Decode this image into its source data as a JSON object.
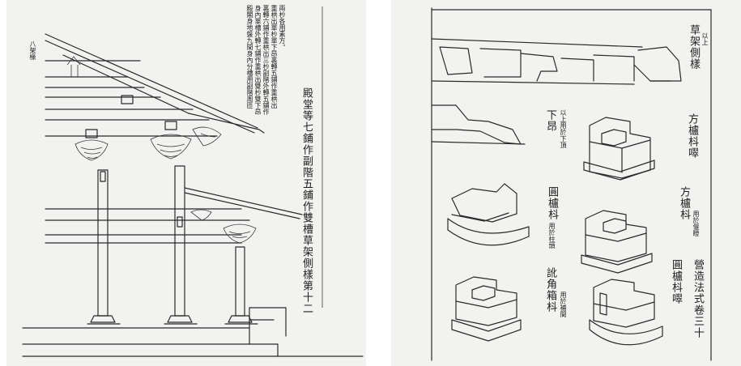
{
  "left_page": {
    "title": "殿堂等七鋪作副階五鋪作雙槽草架側樣第十二",
    "notes": [
      "殿閣身地盤九間身內分槽用副階周匝",
      "身內單槽外轉七鋪作重栱出雙杪雙下昂",
      "裏轉六鋪作重栱出三杪副階外轉五鋪作",
      "重栱出單杪單下昂裏轉五鋪作重栱出",
      "兩杪各用素方。",
      "八架椽"
    ]
  },
  "right_page": {
    "header": "草架側樣",
    "header_note": "以上",
    "labels": {
      "fangzhi_1": "方櫨枓噿",
      "fangzhi_2": "方櫨枓",
      "fangzhi_2_note": "用於偃瞪",
      "yuan_1": "圓櫨枓",
      "yuan_1_note": "用於柱頭",
      "xiaang": "下昂",
      "xiaang_note": "以上用於下頂",
      "xunjiao": "訛角箱枓",
      "xunjiao_note": "用於補間",
      "yuan_2": "圓櫨枓噿",
      "book_title": "營造法式卷三十"
    }
  }
}
